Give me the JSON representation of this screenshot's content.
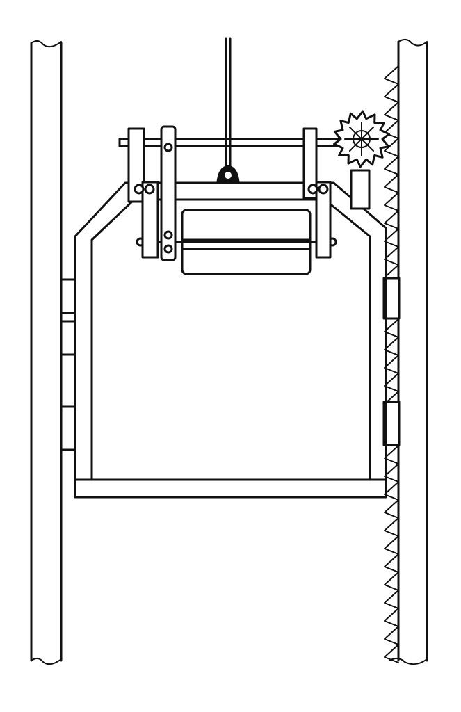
{
  "figure": {
    "subject": "elevator-car-safety-mechanism",
    "ink_color": "#111111",
    "paper_color": "#ffffff",
    "icons": [
      "left-guide-rail",
      "right-toothed-rail",
      "hoist-rope",
      "car-frame",
      "crosshead-shaft",
      "ratchet-wheel",
      "drum"
    ]
  }
}
